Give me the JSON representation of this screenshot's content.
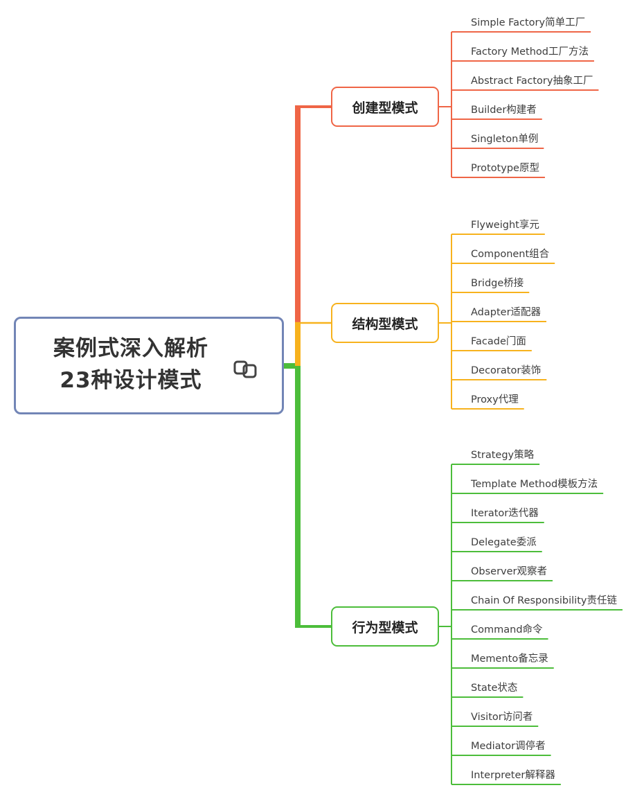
{
  "root": {
    "line1": "案例式深入解析",
    "line2": "23种设计模式"
  },
  "colors": {
    "creational": "#ef6546",
    "structural": "#f7b21d",
    "behavioral": "#4cbd3a",
    "root_border": "#7285b6"
  },
  "branches": [
    {
      "key": "creational",
      "label": "创建型模式",
      "items": [
        "Simple Factory简单工厂",
        "Factory Method工厂方法",
        "Abstract Factory抽象工厂",
        "Builder构建者",
        "Singleton单例",
        "Prototype原型"
      ]
    },
    {
      "key": "structural",
      "label": "结构型模式",
      "items": [
        "Flyweight享元",
        "Component组合",
        "Bridge桥接",
        "Adapter适配器",
        "Facade门面",
        "Decorator装饰",
        "Proxy代理"
      ]
    },
    {
      "key": "behavioral",
      "label": "行为型模式",
      "items": [
        "Strategy策略",
        "Template Method模板方法",
        "Iterator迭代器",
        "Delegate委派",
        "Observer观察者",
        "Chain Of Responsibility责任链",
        "Command命令",
        "Memento备忘录",
        "State状态",
        "Visitor访问者",
        "Mediator调停者",
        "Interpreter解释器"
      ]
    }
  ]
}
